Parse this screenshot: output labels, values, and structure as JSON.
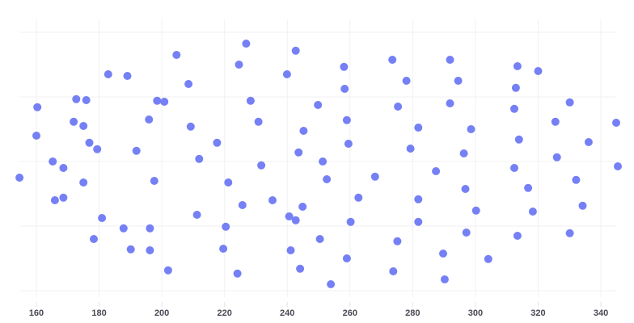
{
  "chart_data": {
    "type": "scatter",
    "title": "",
    "xlabel": "",
    "ylabel": "",
    "xlim": [
      154.6,
      346.4
    ],
    "ylim": [
      -8,
      84
    ],
    "x_ticks": [
      160,
      180,
      200,
      220,
      240,
      260,
      280,
      300,
      320,
      340
    ],
    "x_tick_labels": [
      "160",
      "180",
      "200",
      "220",
      "240",
      "260",
      "280",
      "300",
      "320",
      "340"
    ],
    "y_gridlines": [
      0,
      20,
      40,
      60,
      80
    ],
    "y_tick_labels": [],
    "grid": true,
    "legend": null,
    "marker_color": "#7580f5",
    "series": [
      {
        "name": "points",
        "points": [
          [
            154.6,
            35.0
          ],
          [
            160.3,
            56.8
          ],
          [
            160.0,
            48.0
          ],
          [
            165.2,
            40.0
          ],
          [
            165.9,
            28.0
          ],
          [
            175.9,
            59.0
          ],
          [
            175.0,
            51.0
          ],
          [
            179.4,
            43.8
          ],
          [
            175.0,
            33.5
          ],
          [
            180.9,
            22.5
          ],
          [
            178.3,
            16.0
          ],
          [
            182.9,
            67.0
          ],
          [
            172.7,
            59.3
          ],
          [
            171.9,
            52.3
          ],
          [
            176.9,
            45.8
          ],
          [
            168.6,
            38.0
          ],
          [
            168.6,
            28.8
          ],
          [
            189.0,
            66.5
          ],
          [
            198.5,
            58.8
          ],
          [
            195.9,
            53.0
          ],
          [
            204.7,
            73.0
          ],
          [
            200.8,
            58.5
          ],
          [
            187.8,
            19.3
          ],
          [
            191.9,
            43.3
          ],
          [
            197.6,
            34.0
          ],
          [
            196.2,
            19.3
          ],
          [
            190.1,
            12.8
          ],
          [
            196.2,
            12.5
          ],
          [
            202.0,
            6.3
          ],
          [
            211.2,
            23.5
          ],
          [
            208.5,
            64.0
          ],
          [
            209.2,
            50.8
          ],
          [
            211.9,
            40.8
          ],
          [
            217.6,
            45.8
          ],
          [
            221.2,
            33.5
          ],
          [
            219.6,
            13.0
          ],
          [
            224.1,
            5.3
          ],
          [
            225.7,
            26.5
          ],
          [
            220.4,
            19.8
          ],
          [
            226.9,
            76.5
          ],
          [
            224.6,
            70.0
          ],
          [
            228.3,
            58.8
          ],
          [
            230.8,
            52.3
          ],
          [
            231.7,
            38.8
          ],
          [
            235.3,
            28.0
          ],
          [
            241.1,
            12.5
          ],
          [
            239.9,
            67.0
          ],
          [
            242.7,
            74.3
          ],
          [
            243.6,
            42.8
          ],
          [
            242.7,
            21.8
          ],
          [
            245.2,
            49.5
          ],
          [
            249.8,
            57.5
          ],
          [
            244.9,
            26.0
          ],
          [
            244.1,
            6.8
          ],
          [
            251.3,
            40.0
          ],
          [
            252.6,
            34.5
          ],
          [
            258.1,
            69.3
          ],
          [
            250.4,
            16.0
          ],
          [
            253.9,
            2.0
          ],
          [
            240.6,
            23.0
          ],
          [
            258.3,
            62.5
          ],
          [
            259.0,
            52.8
          ],
          [
            259.5,
            45.5
          ],
          [
            262.7,
            28.8
          ],
          [
            260.2,
            21.3
          ],
          [
            259.0,
            10.0
          ],
          [
            268.0,
            35.3
          ],
          [
            273.5,
            71.5
          ],
          [
            275.3,
            57.0
          ],
          [
            278.0,
            65.0
          ],
          [
            279.3,
            44.0
          ],
          [
            275.1,
            15.3
          ],
          [
            273.8,
            6.0
          ],
          [
            281.8,
            50.5
          ],
          [
            281.8,
            28.3
          ],
          [
            281.8,
            21.3
          ],
          [
            287.4,
            37.0
          ],
          [
            289.7,
            11.5
          ],
          [
            290.2,
            3.5
          ],
          [
            291.9,
            71.5
          ],
          [
            294.5,
            65.0
          ],
          [
            291.9,
            58.0
          ],
          [
            298.6,
            50.0
          ],
          [
            296.3,
            42.5
          ],
          [
            296.8,
            31.5
          ],
          [
            300.2,
            24.8
          ],
          [
            297.1,
            18.0
          ],
          [
            304.1,
            9.8
          ],
          [
            312.4,
            56.3
          ],
          [
            312.4,
            38.0
          ],
          [
            312.9,
            62.8
          ],
          [
            313.4,
            69.5
          ],
          [
            313.9,
            46.8
          ],
          [
            313.4,
            17.0
          ],
          [
            316.8,
            31.8
          ],
          [
            318.3,
            24.5
          ],
          [
            325.5,
            52.3
          ],
          [
            326.0,
            41.3
          ],
          [
            330.1,
            58.3
          ],
          [
            330.1,
            17.8
          ],
          [
            332.1,
            34.3
          ],
          [
            334.2,
            26.3
          ],
          [
            336.1,
            46.0
          ],
          [
            344.9,
            52.0
          ],
          [
            345.4,
            38.5
          ],
          [
            320.0,
            68.0
          ]
        ]
      }
    ]
  }
}
